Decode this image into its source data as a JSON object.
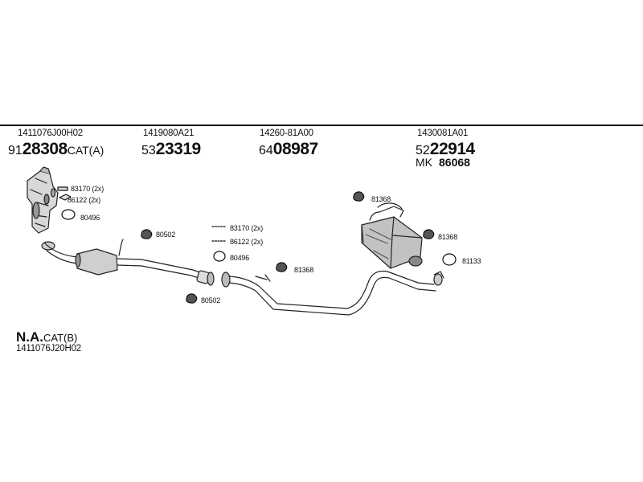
{
  "columns": [
    {
      "part_number": "1411076J00H02",
      "prefix": "91",
      "code": "28308",
      "suffix": "CAT(A)"
    },
    {
      "part_number": "1419080A21",
      "prefix": "53",
      "code": "23319",
      "suffix": ""
    },
    {
      "part_number": "14260-81A00",
      "prefix": "64",
      "code": "08987",
      "suffix": ""
    },
    {
      "part_number": "1430081A01",
      "prefix": "52",
      "code": "22914",
      "suffix": ""
    }
  ],
  "mk": {
    "label": "MK",
    "code": "86068"
  },
  "callouts": {
    "c1": "83170 (2x)",
    "c2": "86122 (2x)",
    "c3": "80496",
    "c4": "80502",
    "c5": "83170 (2x)",
    "c6": "86122 (2x)",
    "c7": "80496",
    "c8": "80502",
    "c9": "81368",
    "c10": "81368",
    "c11": "81368",
    "c12": "81133"
  },
  "footer": {
    "code": "N.A.",
    "suffix": "CAT(B)",
    "part_number": "1411076J20H02"
  }
}
